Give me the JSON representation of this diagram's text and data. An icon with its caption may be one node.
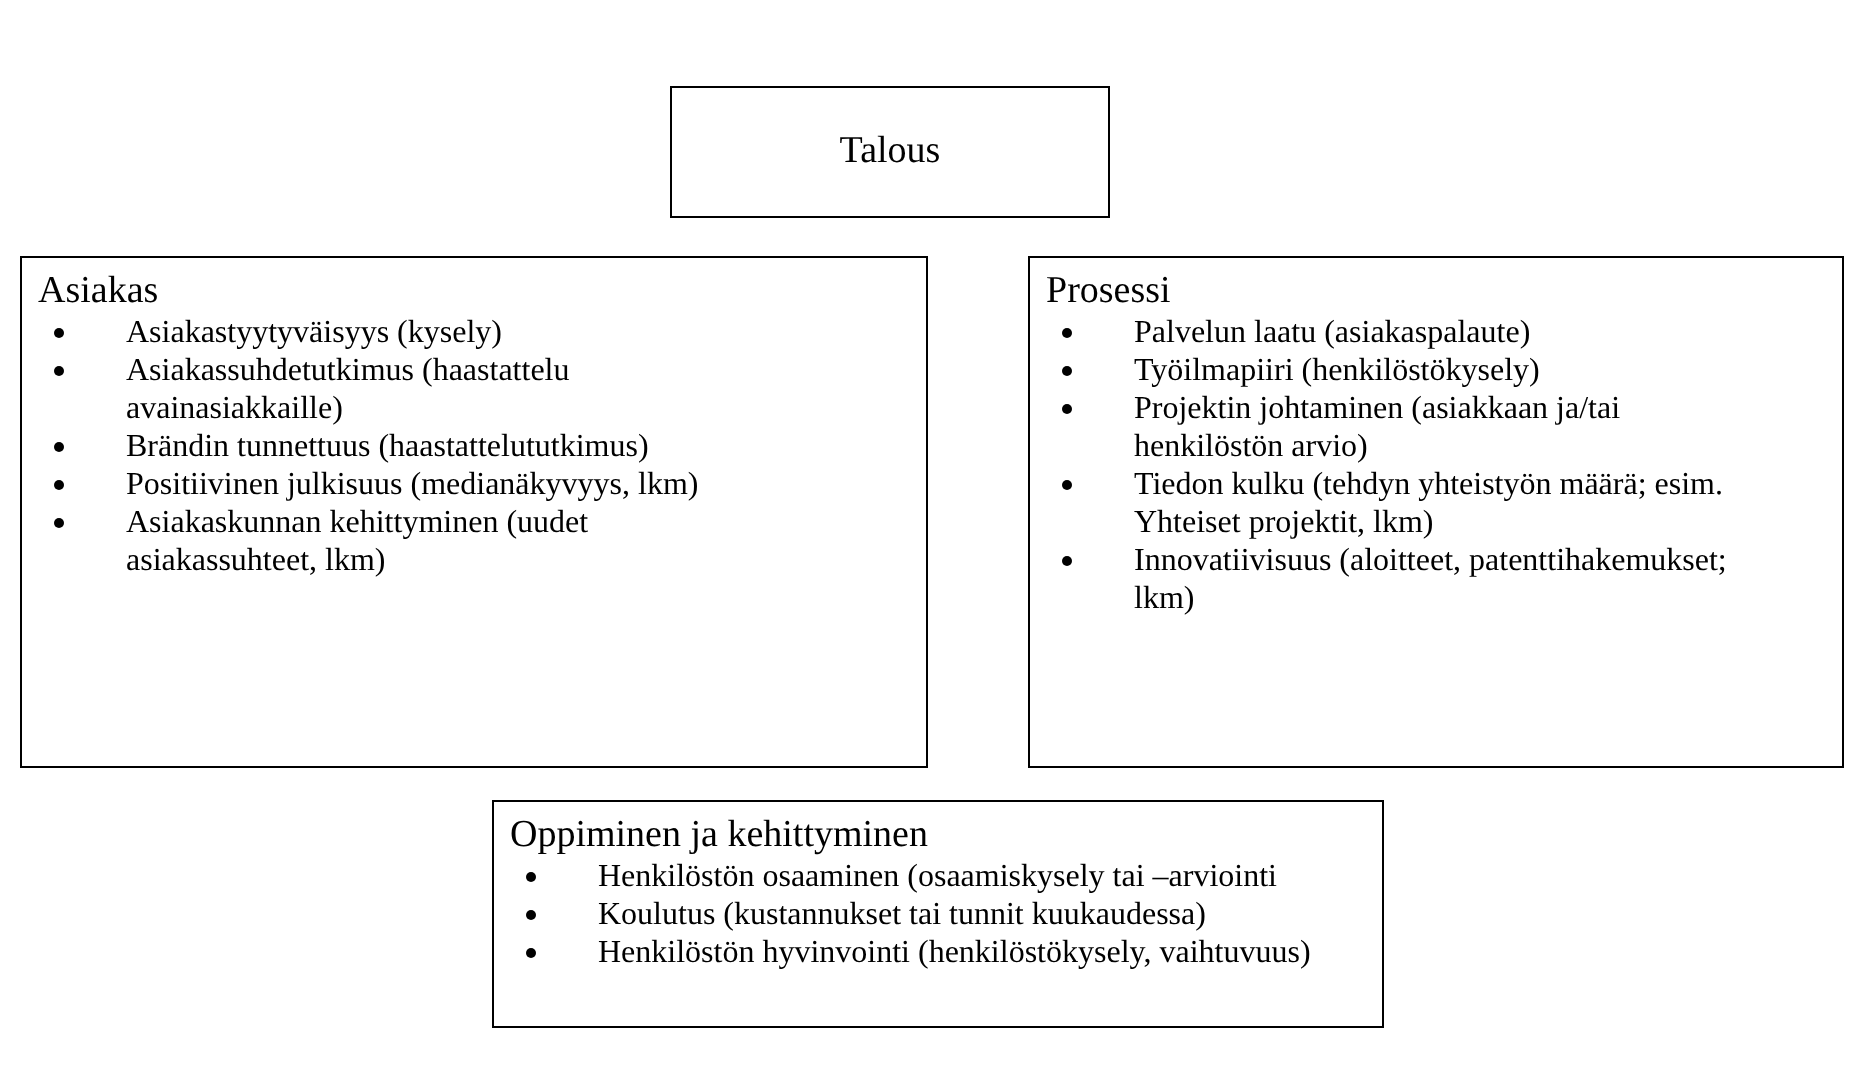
{
  "diagram": {
    "nodes": [
      {
        "text": [
          "Talous"
        ]
      },
      {
        "text": [
          "Asiakas",
          "Asiakastyytyväisyys (kysely)",
          "Asiakassuhdetutkimus (haastattelu avainasiakkaille)",
          "Brändin tunnettuus (haastattelututkimus)",
          "Positiivinen julkisuus (medianäkyvyys, lkm)",
          "Asiakaskunnan kehittyminen (uudet asiakassuhteet, lkm)"
        ]
      },
      {
        "text": [
          "Prosessi",
          "Palvelun laatu (asiakaspalaute)",
          "Työilmapiiri (henkilöstökysely)",
          "Projektin johtaminen (asiakkaan ja/tai henkilöstön arvio)",
          "Tiedon kulku (tehdyn yhteistyön määrä; esim. Yhteiset projektit, lkm)",
          "Innovatiivisuus (aloitteet, patenttihakemukset; lkm)"
        ]
      },
      {
        "text": [
          "Oppiminen ja kehittyminen",
          "Henkilöstön osaaminen (osaamiskysely tai –arviointi",
          "Koulutus (kustannukset tai tunnit kuukaudessa)",
          "Henkilöstön hyvinvointi (henkilöstökysely, vaihtuvuus)"
        ]
      }
    ]
  }
}
